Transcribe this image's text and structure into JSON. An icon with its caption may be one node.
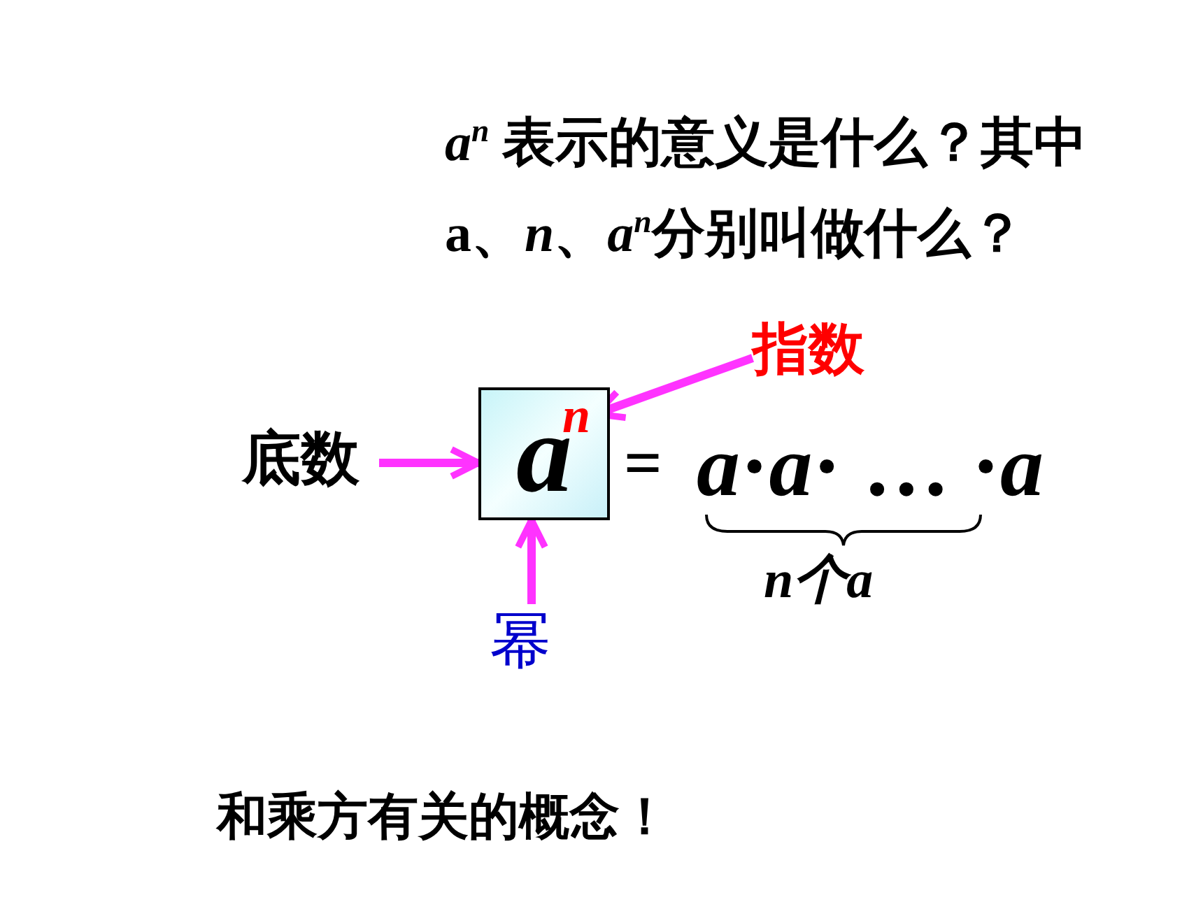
{
  "diagram": {
    "nodes": [
      {
        "text": [
          "*a*"
        ]
      },
      {
        "text": [
          "*n*"
        ],
        "in": 0
      },
      {
        "text": [
          "底数"
        ]
      },
      {
        "text": [
          "指数"
        ]
      },
      {
        "text": [
          "幂"
        ]
      }
    ],
    "edges": [
      {
        "from": 2,
        "to": 0,
        "arrow": "to"
      },
      {
        "from": 3,
        "to": 1,
        "arrow": "to"
      },
      {
        "from": 4,
        "to": 0,
        "arrow": "to"
      }
    ],
    "labels": [
      "*a*$^{n}$ 表示的意义是什么？其中a、*n*、*a*$^{n}$分别叫做什么？",
      "=",
      "*a*·*a*· … ·*a*",
      "n个a",
      "和乘方有关的概念！"
    ]
  }
}
